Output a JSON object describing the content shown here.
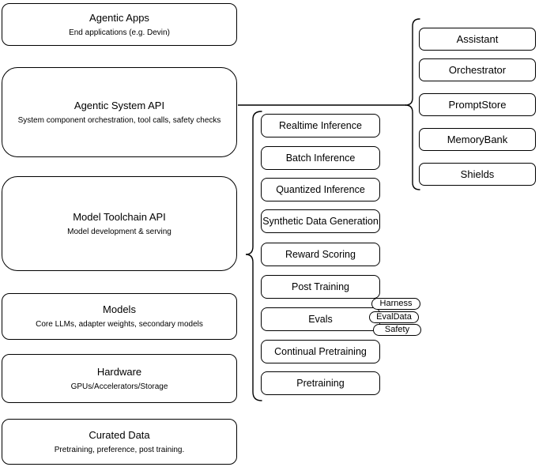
{
  "diagram": {
    "left_stack": [
      {
        "title": "Agentic Apps",
        "subtitle": "End applications (e.g. Devin)"
      },
      {
        "title": "Agentic System API",
        "subtitle": "System component orchestration, tool calls, safety checks"
      },
      {
        "title": "Model Toolchain API",
        "subtitle": "Model development & serving"
      },
      {
        "title": "Models",
        "subtitle": "Core LLMs, adapter weights, secondary models"
      },
      {
        "title": "Hardware",
        "subtitle": "GPUs/Accelerators/Storage"
      },
      {
        "title": "Curated Data",
        "subtitle": "Pretraining, preference, post training."
      }
    ],
    "toolchain_items": [
      "Realtime Inference",
      "Batch Inference",
      "Quantized Inference",
      "Synthetic Data Generation",
      "Reward Scoring",
      "Post Training",
      "Evals",
      "Continual Pretraining",
      "Pretraining"
    ],
    "eval_tags": [
      "Harness",
      "EvalData",
      "Safety"
    ],
    "system_components": [
      "Assistant",
      "Orchestrator",
      "PromptStore",
      "MemoryBank",
      "Shields"
    ],
    "colors": {
      "stroke": "#000000",
      "box_fill": "#ffffff",
      "background": "#ffffff"
    }
  }
}
